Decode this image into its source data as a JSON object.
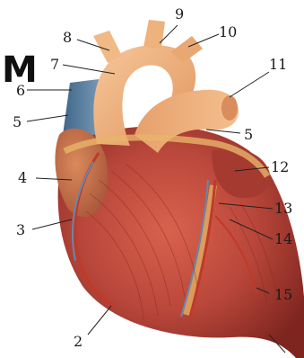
{
  "corner_letter": "M",
  "labels": {
    "l2": "2",
    "l3": "3",
    "l4": "4",
    "l5a": "5",
    "l5b": "5",
    "l6": "6",
    "l7": "7",
    "l8": "8",
    "l9": "9",
    "l10": "10",
    "l11": "11",
    "l12": "12",
    "l13": "13",
    "l14": "14",
    "l15": "15"
  },
  "colors": {
    "myocardium": "#b8463a",
    "myocardium_dark": "#8a2a22",
    "vessel_light": "#f2b27a",
    "fat": "#e9b46a",
    "vein_blue": "#5b7fa0",
    "artery_red": "#c0392b"
  }
}
